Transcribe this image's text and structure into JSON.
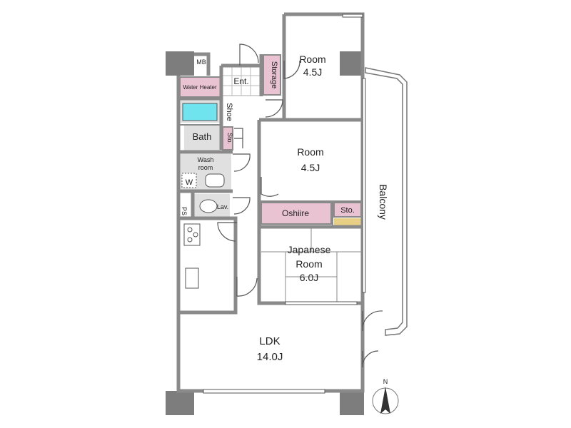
{
  "rooms": {
    "room_north": {
      "name": "Room",
      "size": "4.5J"
    },
    "room_middle": {
      "name": "Room",
      "size": "4.5J"
    },
    "japanese_room": {
      "name_line1": "Japanese",
      "name_line2": "Room",
      "size": "6.0J"
    },
    "ldk": {
      "name": "LDK",
      "size": "14.0J"
    },
    "balcony": "Balcony"
  },
  "labels": {
    "mb": "MB",
    "water_heater": "Water Heater",
    "entrance": "Ent.",
    "storage": "Storage",
    "shoe": "Shoe",
    "bath": "Bath",
    "sto_bath": "Sto.",
    "wash_line1": "Wash",
    "wash_line2": "room",
    "washer": "W",
    "ps": "PS",
    "lav": "Lav.",
    "oshiire": "Oshiire",
    "sto_jp": "Sto."
  },
  "compass": "N",
  "colors": {
    "wall": "#8a8a8a",
    "storage": "#e9c3d1",
    "bathtub": "#6fe3ee",
    "closet_shelf": "#e8cf86"
  }
}
